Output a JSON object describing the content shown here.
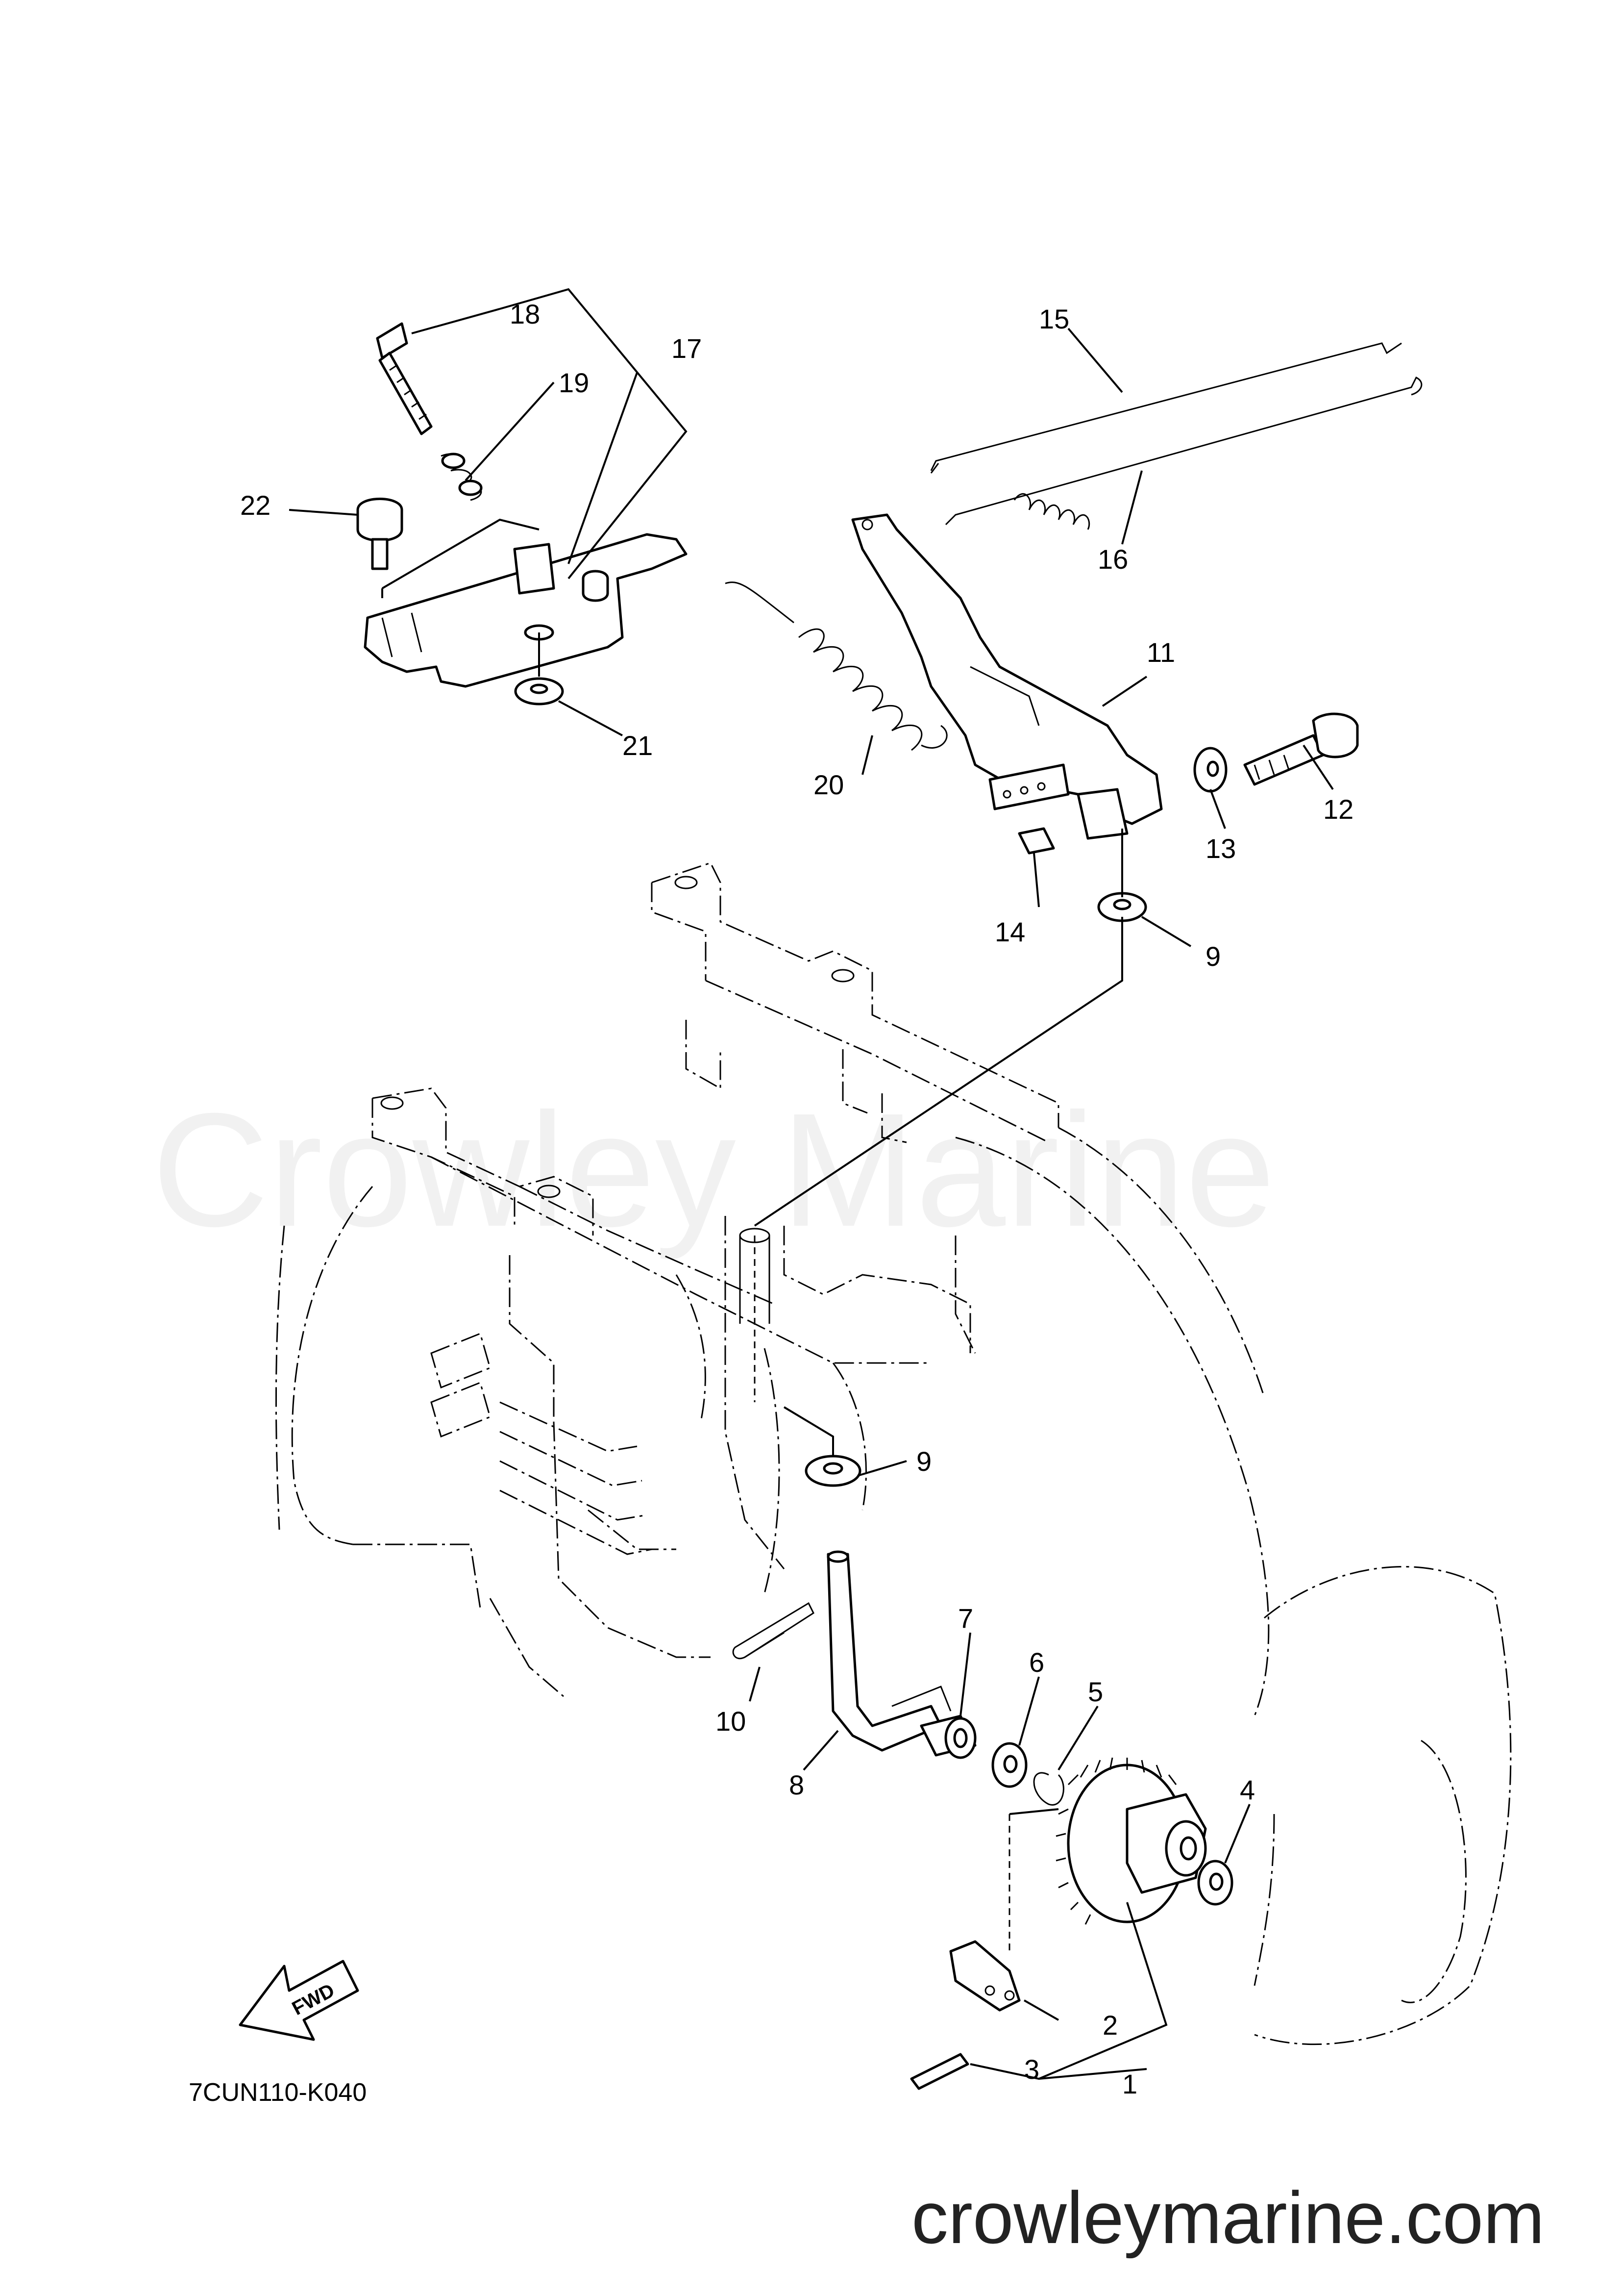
{
  "diagram": {
    "drawing_code": "7CUN110-K040",
    "watermark": "Crowley Marine",
    "site_url": "crowleymarine.com",
    "direction_mark": "FWD",
    "callouts": {
      "c1": "1",
      "c2": "2",
      "c3": "3",
      "c4": "4",
      "c5": "5",
      "c6": "6",
      "c7": "7",
      "c8": "8",
      "c9a": "9",
      "c9b": "9",
      "c10": "10",
      "c11": "11",
      "c12": "12",
      "c13": "13",
      "c14": "14",
      "c15": "15",
      "c16": "16",
      "c17": "17",
      "c18": "18",
      "c19": "19",
      "c20": "20",
      "c21": "21",
      "c22": "22"
    }
  }
}
